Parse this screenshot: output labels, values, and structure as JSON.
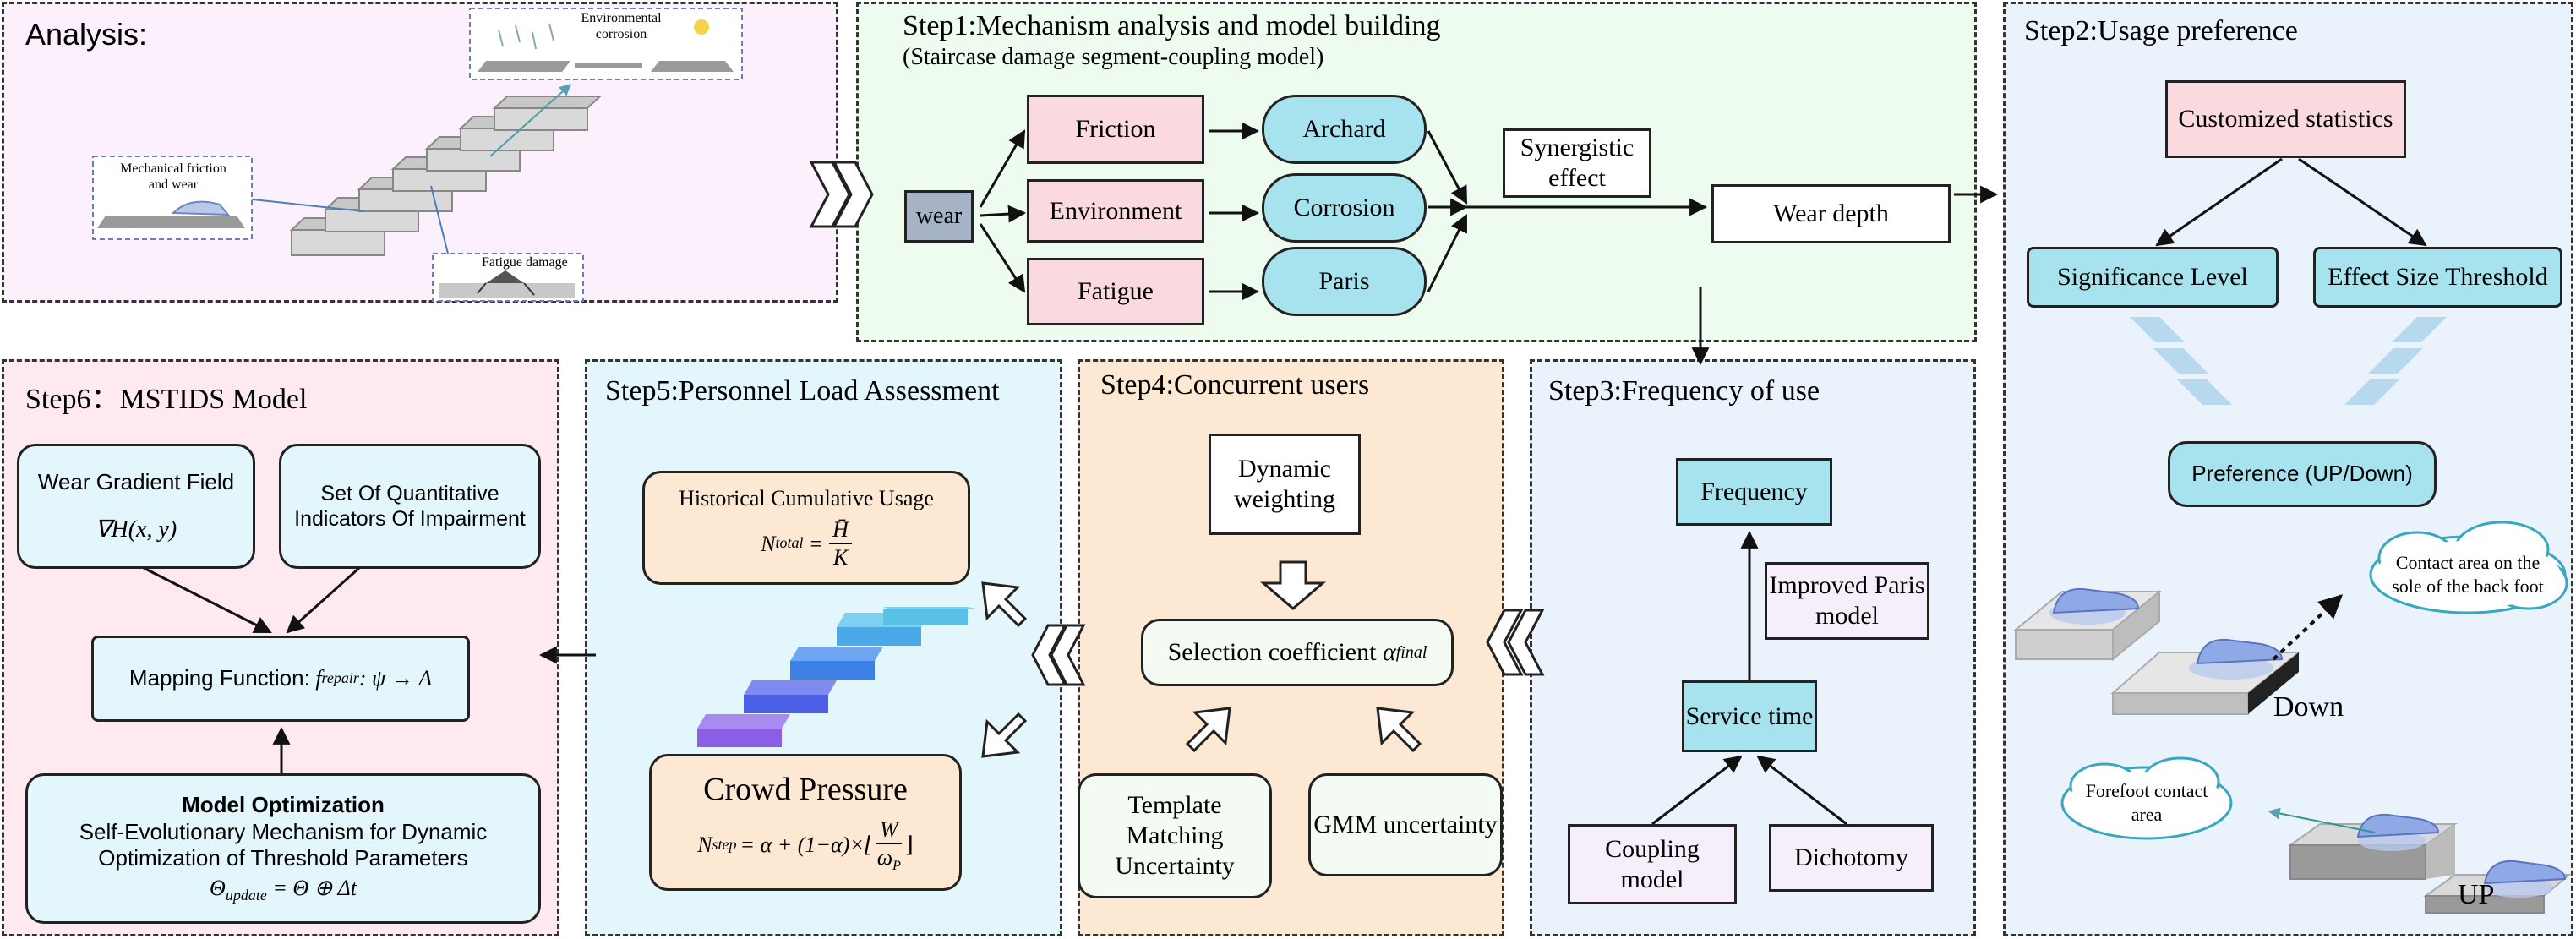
{
  "analysis": {
    "title": "Analysis:",
    "env_label": "Environmental corrosion",
    "mech_label": "Mechanical friction and wear",
    "fatigue_label": "Fatigue damage"
  },
  "step1": {
    "title": "Step1:Mechanism analysis and model building",
    "subtitle": "(Staircase damage segment-coupling model)",
    "wear": "wear",
    "friction": "Friction",
    "environment": "Environment",
    "fatigue": "Fatigue",
    "archard": "Archard",
    "corrosion": "Corrosion",
    "paris": "Paris",
    "synergistic": "Synergistic effect",
    "wear_depth": "Wear depth"
  },
  "step2": {
    "title": "Step2:Usage preference",
    "customized": "Customized statistics",
    "significance": "Significance Level",
    "effect_size": "Effect Size Threshold",
    "preference": "Preference (UP/Down)",
    "back_foot": "Contact area on the sole of the back foot",
    "down": "Down",
    "forefoot": "Forefoot contact area",
    "up": "UP"
  },
  "step3": {
    "title": "Step3:Frequency of use",
    "frequency": "Frequency",
    "improved_paris": "Improved Paris model",
    "service_time": "Service time",
    "coupling": "Coupling model",
    "dichotomy": "Dichotomy"
  },
  "step4": {
    "title": "Step4:Concurrent users",
    "dynamic": "Dynamic weighting",
    "selection": "Selection coefficient",
    "selection_sym": "α",
    "selection_sub": "final",
    "template": "Template Matching Uncertainty",
    "gmm": "GMM uncertainty"
  },
  "step5": {
    "title": "Step5:Personnel Load Assessment",
    "historical": "Historical Cumulative Usage",
    "n_total": "N",
    "n_total_sub": "total",
    "h_bar": "H̄",
    "k": "K",
    "crowd": "Crowd Pressure",
    "n_step": "N",
    "n_step_sub": "step",
    "crowd_formula": "= α + (1−α)×⌊",
    "w": "W",
    "omega": "ω",
    "omega_sub": "P",
    "floor_close": "⌋"
  },
  "step6": {
    "title": "Step6：MSTIDS Model",
    "wear_gradient": "Wear Gradient Field",
    "gradient_formula": "∇H(x, y)",
    "quant": "Set Of Quantitative Indicators Of Impairment",
    "mapping": "Mapping Function:",
    "f": "f",
    "f_sub": "repair",
    "mapping_tail": ": ψ → A",
    "model_opt": "Model Optimization",
    "self_evo": "Self-Evolutionary Mechanism for Dynamic Optimization of Threshold Parameters",
    "theta": "Θ",
    "theta_sub": "update",
    "theta_tail": "= Θ ⊕ Δt"
  },
  "colors": {
    "cyan": "#a6e3ee",
    "pink": "#fadadf",
    "analysis_bg": "#fbf0fb",
    "step1_bg": "#eefbef",
    "step2_bg": "#eaf3fc",
    "step4_bg": "#fde9d3",
    "step5_bg": "#e2f6fb",
    "step6_bg": "#fde9ef",
    "blue_chevron": "#b6d9ee"
  }
}
